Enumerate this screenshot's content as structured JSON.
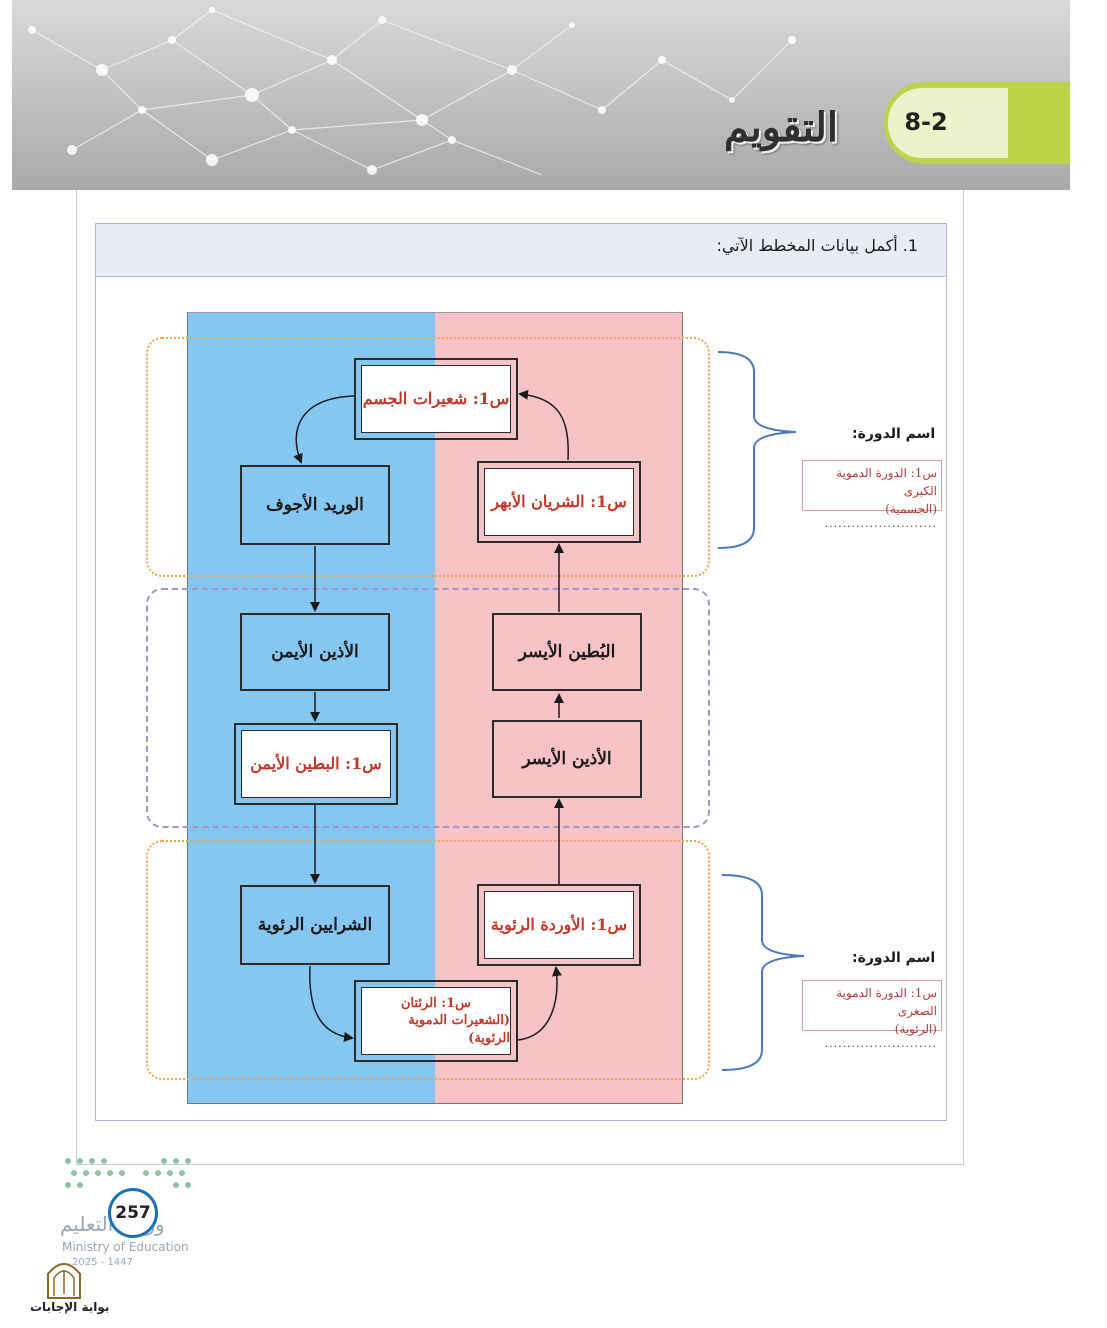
{
  "header": {
    "title": "التقويم",
    "section_number": "8-2"
  },
  "question": {
    "text": "1. أكمل بيانات المخطط الآتي:"
  },
  "diagram": {
    "boxes": {
      "body_capillaries": "س1: شعيرات الجسم",
      "vena_cava": "الوريد الأجوف",
      "aorta": "س1: الشريان الأبهر",
      "right_atrium": "الأذين الأيمن",
      "left_ventricle": "البُطين الأيسر",
      "right_ventricle": "س1: البطين الأيمن",
      "left_atrium": "الأذين الأيسر",
      "pulmonary_arteries": "الشرايين الرئوية",
      "pulmonary_veins": "س1: الأوردة الرئوية",
      "lungs_line1": "س1: الرئتان",
      "lungs_line2": "(الشعيرات الدموية الرئوية)"
    },
    "cycles": [
      {
        "label": "اسم الدورة:",
        "answer_line1": "س1: الدورة الدموية الكبرى",
        "answer_line2": "(الجسمية)",
        "dots": "........................."
      },
      {
        "label": "اسم الدورة:",
        "answer_line1": "س1: الدورة الدموية الصغرى",
        "answer_line2": "(الرئوية)",
        "dots": "........................."
      }
    ]
  },
  "footer": {
    "page_number": "257",
    "ministry_ar": "وزارة التعليم",
    "ministry_en": "Ministry of Education",
    "year": "2025 - 1447",
    "portal": "بوابة الإجابات"
  },
  "colors": {
    "accent_green": "#bed24a",
    "left_column_blue": "#86c7f2",
    "right_column_pink": "#f7c3c6",
    "answer_red": "#c0392b"
  }
}
